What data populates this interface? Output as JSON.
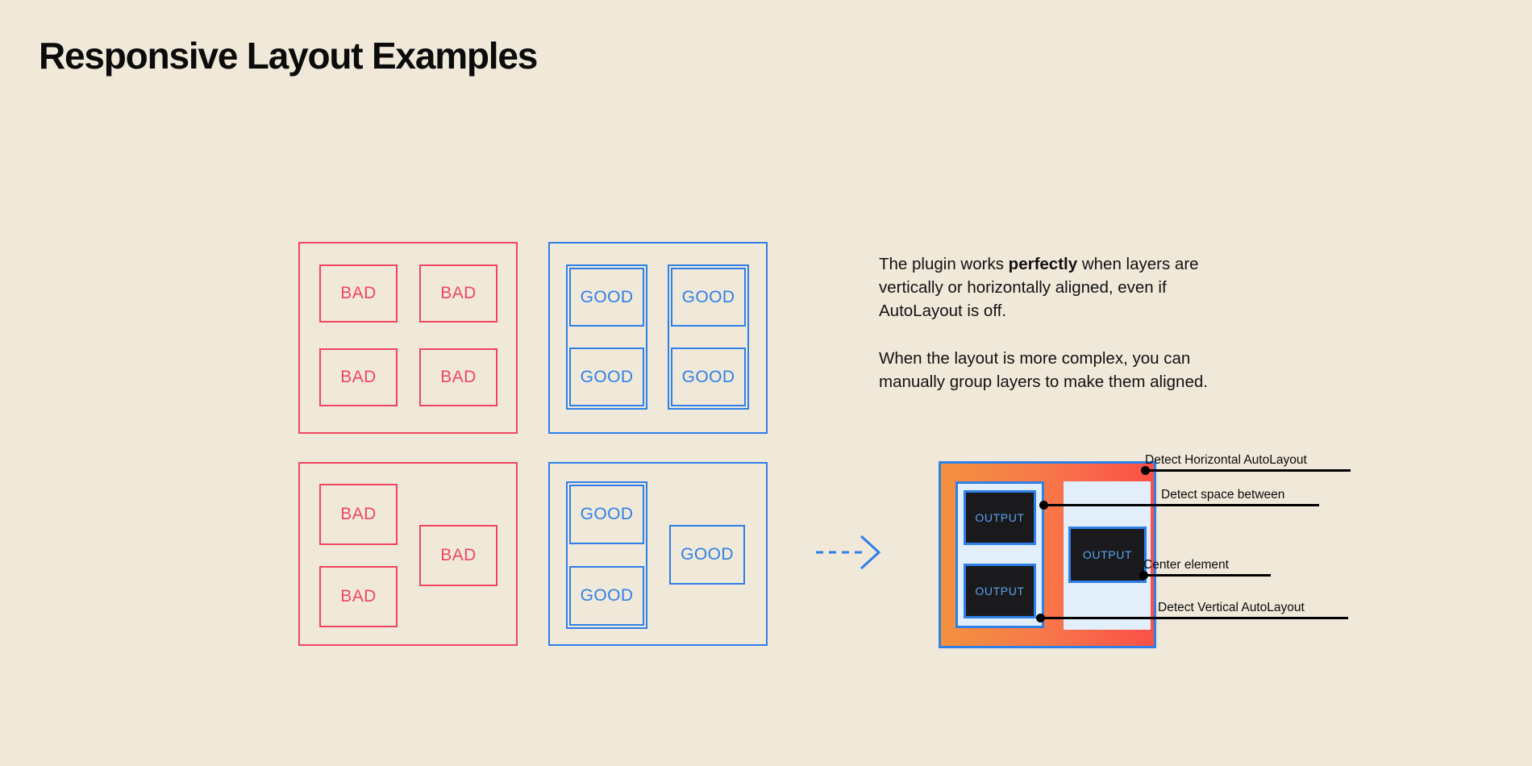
{
  "page": {
    "title": "Responsive Layout Examples",
    "background_color": "#F0E9DA"
  },
  "colors": {
    "bad": "#F1455F",
    "good": "#2F7FE8",
    "panel_light_blue": "#E2EFFA",
    "output_dark": "#1A1A1C",
    "output_text": "#5AA2F2",
    "gradient_start": "#F4913E",
    "gradient_end": "#FB5048",
    "annotation": "#000000",
    "text": "#111111"
  },
  "examples": {
    "bad_label": "BAD",
    "good_label": "GOOD",
    "panels": [
      {
        "name": "bad-grid-aligned",
        "kind": "bad",
        "cells": [
          "BAD",
          "BAD",
          "BAD",
          "BAD"
        ]
      },
      {
        "name": "good-grid-aligned",
        "kind": "good",
        "cells": [
          "GOOD",
          "GOOD",
          "GOOD",
          "GOOD"
        ]
      },
      {
        "name": "bad-grid-complex",
        "kind": "bad",
        "cells": [
          "BAD",
          "BAD",
          "BAD"
        ]
      },
      {
        "name": "good-grid-complex",
        "kind": "good",
        "cells": [
          "GOOD",
          "GOOD",
          "GOOD"
        ]
      }
    ]
  },
  "description": {
    "paragraph_1": {
      "before": "The plugin works ",
      "emphasis": "perfectly",
      "after": " when layers are vertically or horizontally aligned, even if AutoLayout is off."
    },
    "paragraph_2": "When the layout is more complex, you can manually group layers to make them aligned."
  },
  "mockup": {
    "output_label": "OUTPUT",
    "outputs": [
      "OUTPUT",
      "OUTPUT",
      "OUTPUT"
    ]
  },
  "annotations": [
    {
      "name": "detect-horizontal-autolayout",
      "label": "Detect Horizontal AutoLayout"
    },
    {
      "name": "detect-space-between",
      "label": "Detect space between"
    },
    {
      "name": "center-element",
      "label": "Center element"
    },
    {
      "name": "detect-vertical-autolayout",
      "label": "Detect Vertical AutoLayout"
    }
  ],
  "flow": {
    "arrow_name": "dashed-right-arrow"
  }
}
